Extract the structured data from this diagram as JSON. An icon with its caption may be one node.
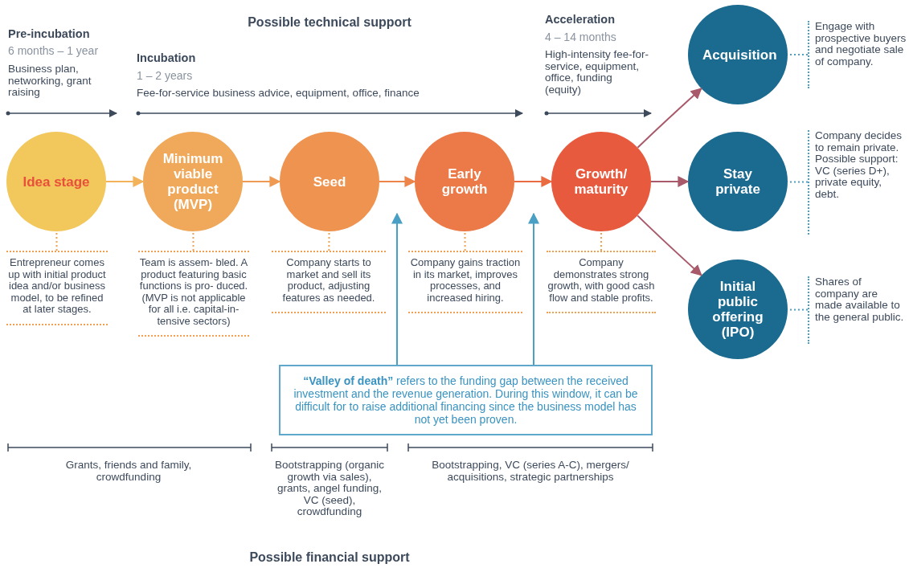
{
  "diagram": {
    "nodes": [
      {
        "text": [
          "Idea stage"
        ]
      },
      {
        "text": [
          "Minimum viable product (MVP)"
        ]
      },
      {
        "text": [
          "Seed"
        ]
      },
      {
        "text": [
          "Early growth"
        ]
      },
      {
        "text": [
          "Growth/ maturity"
        ]
      },
      {
        "text": [
          "Acquisition"
        ]
      },
      {
        "text": [
          "Stay private"
        ]
      },
      {
        "text": [
          "Initial public offering (IPO)"
        ]
      },
      {
        "text": [
          "Entrepreneur comes up with initial product idea and/or business model, to be refined at later stages."
        ]
      },
      {
        "text": [
          "Team is assem- bled. A product featuring basic functions is pro- duced. (MVP is not applicable for all i.e. capital-in- tensive sectors)"
        ]
      },
      {
        "text": [
          "Company starts to market and sell its product, adjusting features as needed."
        ]
      },
      {
        "text": [
          "Company gains traction in its market, improves processes, and increased hiring."
        ]
      },
      {
        "text": [
          "Company demonstrates strong growth, with good cash flow and stable profits."
        ]
      },
      {
        "text": [
          "Engage with prospective buyers and negotiate sale of company."
        ]
      },
      {
        "text": [
          "Company decides to remain private. Possible support: VC (series D+), private equity, debt."
        ]
      },
      {
        "text": [
          "Shares of company are made available to the general public."
        ]
      },
      {
        "text": [
          "**“Valley of death”** refers to the funding gap between the received investment and the revenue generation. During this window, it can be difficult for to raise additional financing since the business model has not yet been proven."
        ]
      }
    ],
    "edges": [
      {
        "from": 0,
        "to": 1,
        "arrow": "to",
        "color": "#f2b35a"
      },
      {
        "from": 1,
        "to": 2,
        "arrow": "to",
        "color": "#ef9a52"
      },
      {
        "from": 2,
        "to": 3,
        "arrow": "to",
        "color": "#ed844a"
      },
      {
        "from": 3,
        "to": 4,
        "arrow": "to",
        "color": "#ea6a42"
      },
      {
        "from": 4,
        "to": 5,
        "arrow": "to",
        "color": "#a85a6a"
      },
      {
        "from": 4,
        "to": 6,
        "arrow": "to",
        "color": "#a85a6a"
      },
      {
        "from": 4,
        "to": 7,
        "arrow": "to",
        "color": "#a85a6a"
      },
      {
        "from": 8,
        "to": 0,
        "arrow": "none",
        "style": "dashed",
        "color": "#f0a050"
      },
      {
        "from": 9,
        "to": 1,
        "arrow": "none",
        "style": "dashed",
        "color": "#f0a050"
      },
      {
        "from": 10,
        "to": 2,
        "arrow": "none",
        "style": "dashed",
        "color": "#f0a050"
      },
      {
        "from": 11,
        "to": 3,
        "arrow": "none",
        "style": "dashed",
        "color": "#f0a050"
      },
      {
        "from": 12,
        "to": 4,
        "arrow": "none",
        "style": "dashed",
        "color": "#f0a050"
      },
      {
        "from": 13,
        "to": 5,
        "arrow": "none",
        "style": "dashed",
        "color": "#4a9fc4"
      },
      {
        "from": 14,
        "to": 6,
        "arrow": "none",
        "style": "dashed",
        "color": "#4a9fc4"
      },
      {
        "from": 15,
        "to": 7,
        "arrow": "none",
        "style": "dashed",
        "color": "#4a9fc4"
      },
      {
        "from": 16,
        "to": null,
        "arrow": "to",
        "color": "#4a9fc4"
      },
      {
        "from": 16,
        "to": null,
        "arrow": "to",
        "color": "#4a9fc4"
      }
    ],
    "labels": [
      "Possible technical support",
      "Pre-incubation",
      "6 months – 1 year",
      "Business plan, networking, grant raising",
      "Incubation",
      "1 – 2 years",
      "Fee-for-service business advice, equipment, office, finance",
      "Acceleration",
      "4 – 14 months",
      "High-intensity fee-for-service, equipment, office, funding (equity)",
      "Grants, friends and family, crowdfunding",
      "Bootstrapping (organic growth via sales), grants, angel funding, VC (seed), crowdfunding",
      "Bootstrapping, VC (series A-C), mergers/ acquisitions, strategic partnerships",
      "Possible financial support"
    ]
  }
}
